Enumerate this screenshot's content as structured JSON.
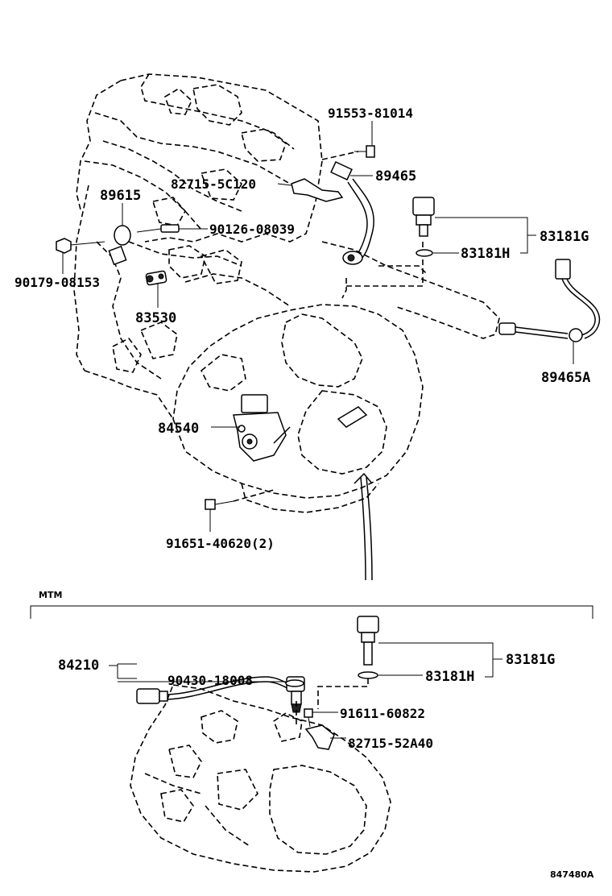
{
  "labels": {
    "p91553": "91553-81014",
    "p89465": "89465",
    "p82715_5c": "82715-5C120",
    "p89615": "89615",
    "p90126": "90126-08039",
    "p83181g_top": "83181G",
    "p83181h_top": "83181H",
    "p90179": "90179-08153",
    "p83530": "83530",
    "p89465a": "89465A",
    "p84540": "84540",
    "p91651": "91651-40620(2)",
    "section_mtm": "MTM",
    "p84210": "84210",
    "p90430": "90430-18008",
    "p83181g_bot": "83181G",
    "p83181h_bot": "83181H",
    "p91611": "91611-60822",
    "p82715_52": "82715-52A40",
    "diagram_id": "847480A"
  },
  "icons": [
    "bolt-icon",
    "sensor-icon",
    "washer-icon",
    "connector-icon",
    "switch-icon"
  ]
}
